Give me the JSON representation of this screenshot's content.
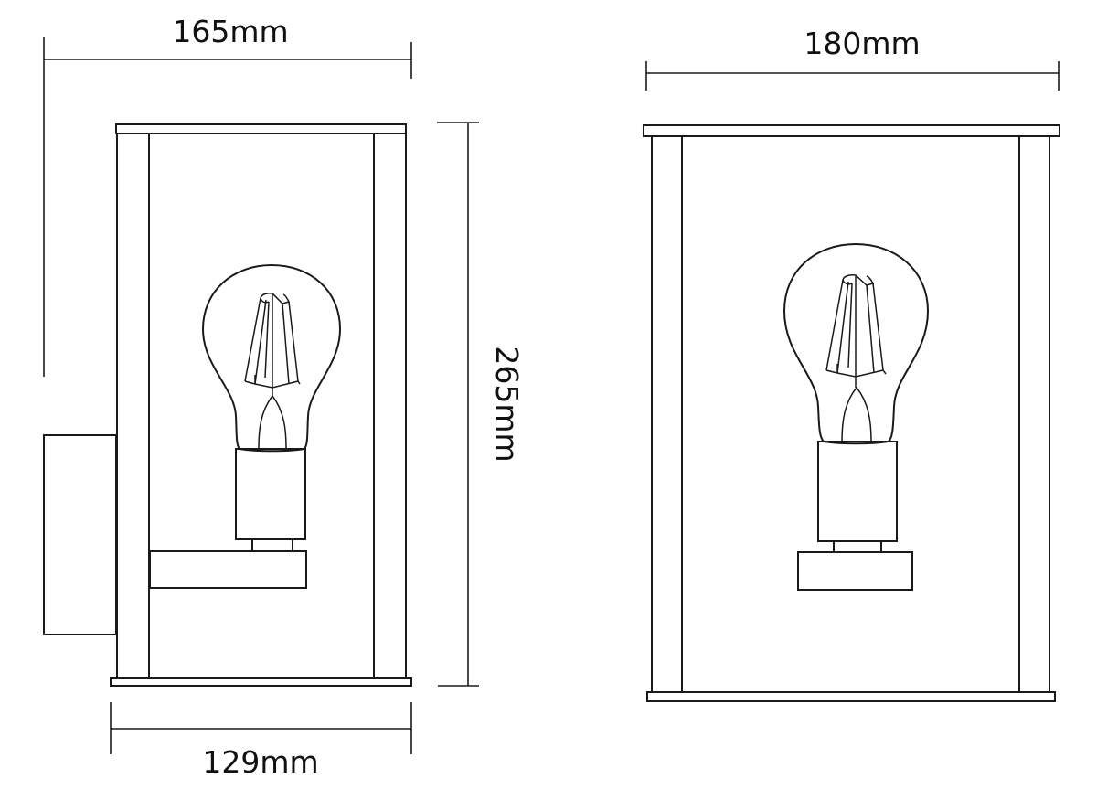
{
  "diagram": {
    "type": "technical-dimension-drawing",
    "subject": "wall lantern with filament bulb",
    "line_color": "#1a1a1a",
    "background": "#ffffff",
    "views": [
      {
        "name": "side-view",
        "dimensions": {
          "projection": "165mm",
          "height": "265mm",
          "base_width": "129mm"
        }
      },
      {
        "name": "front-view",
        "dimensions": {
          "width": "180mm"
        }
      }
    ]
  },
  "labels": {
    "side_projection": "165mm",
    "side_height": "265mm",
    "side_base_width": "129mm",
    "front_width": "180mm"
  }
}
